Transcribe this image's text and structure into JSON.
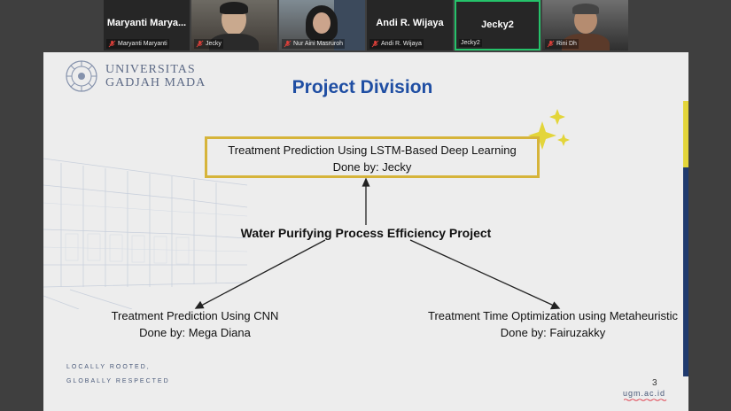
{
  "participants": [
    {
      "tile_label": "Maryanti  Marya...",
      "name": "Maryanti Maryanti",
      "has_video": false,
      "active": false
    },
    {
      "tile_label": "",
      "name": "Jecky",
      "has_video": true,
      "active": false
    },
    {
      "tile_label": "",
      "name": "Nur Aini Masruroh",
      "has_video": true,
      "active": false
    },
    {
      "tile_label": "Andi R. Wijaya",
      "name": "Andi R. Wijaya",
      "has_video": false,
      "active": false
    },
    {
      "tile_label": "Jecky2",
      "name": "Jecky2",
      "has_video": false,
      "active": true
    },
    {
      "tile_label": "",
      "name": "Rini Dh",
      "has_video": true,
      "active": false
    }
  ],
  "slide": {
    "logo": {
      "line1": "UNIVERSITAS",
      "line2": "GADJAH MADA"
    },
    "title": "Project Division",
    "top_box": {
      "line1": "Treatment Prediction Using LSTM-Based Deep Learning",
      "line2": "Done by: Jecky"
    },
    "center": "Water Purifying Process Efficiency Project",
    "left_leaf": {
      "line1": "Treatment Prediction Using CNN",
      "line2": "Done by: Mega Diana"
    },
    "right_leaf": {
      "line1": "Treatment Time Optimization using Metaheuristic",
      "line2": "Done by: Fairuzakky"
    },
    "tagline1": "LOCALLY ROOTED,",
    "tagline2": "GLOBALLY RESPECTED",
    "page_number": "3",
    "website": "ugm.ac.id"
  },
  "colors": {
    "title": "#1f4ea3",
    "box_border": "#d6b43a",
    "accent_yellow": "#e3d53a",
    "accent_navy": "#1f3a6e",
    "active_tile_border": "#25c26a",
    "mic_muted": "#e0403a"
  },
  "icons": {
    "mic": "mic-muted-icon",
    "sparkle": "sparkle-icon"
  }
}
